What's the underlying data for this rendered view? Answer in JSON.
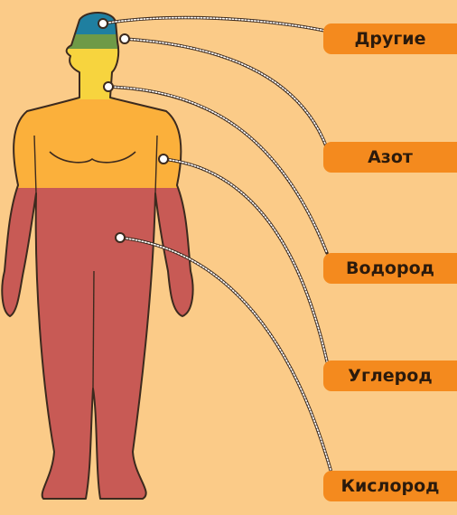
{
  "labels": [
    {
      "id": "other",
      "text": "Другие"
    },
    {
      "id": "nitrogen",
      "text": "Азот"
    },
    {
      "id": "hydrogen",
      "text": "Водород"
    },
    {
      "id": "carbon",
      "text": "Углерод"
    },
    {
      "id": "oxygen",
      "text": "Кислород"
    }
  ],
  "colors": {
    "background": "#fbcb88",
    "label_fill": "#f48a1e",
    "other": "#1f7fa0",
    "nitrogen": "#6e9a47",
    "hydrogen": "#f7d43e",
    "carbon": "#fbb03b",
    "oxygen": "#c85a55",
    "outline": "#3c2a1e"
  }
}
